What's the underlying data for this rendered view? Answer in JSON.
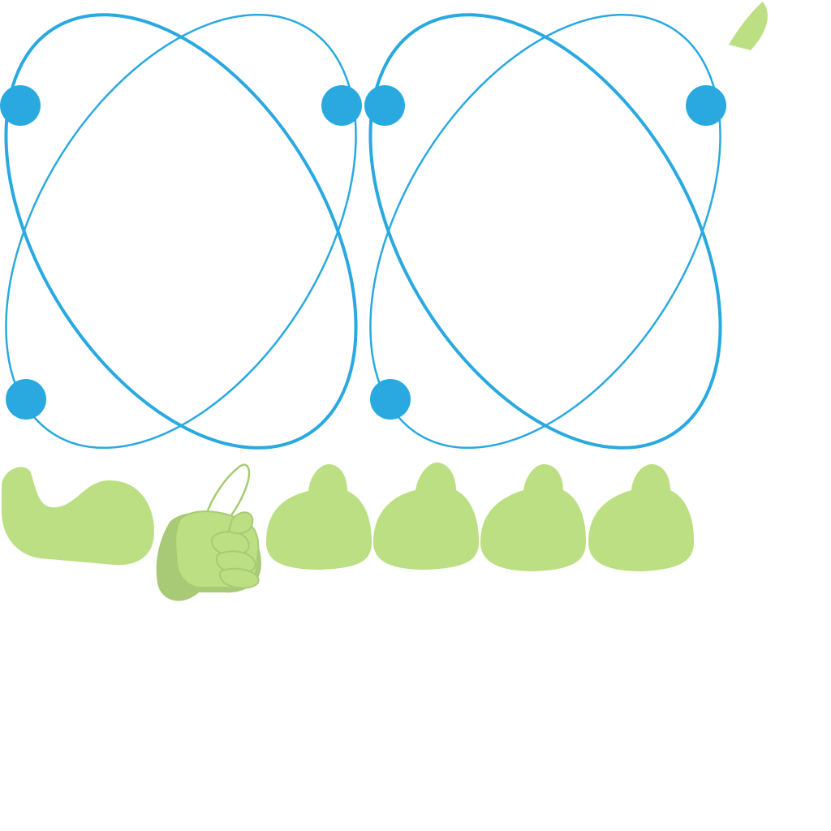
{
  "colors": {
    "orbit_blue": "#29a9e0",
    "leaf_green": "#bbdf82",
    "leaf_green_shadow": "#a8c975",
    "hand_outline": "#a6cc73",
    "background": "#ffffff"
  },
  "sprites": {
    "atoms": [
      {
        "name": "atom-orbit-icon",
        "nodes": 3
      },
      {
        "name": "atom-orbit-icon",
        "nodes": 3
      }
    ],
    "bottom_row": [
      "blob-wave-shape",
      "thumbs-up-hand-icon",
      "bell-dome-shape",
      "bell-dome-shape",
      "bell-dome-shape",
      "bell-dome-shape"
    ],
    "corner": "leaf-petal-shape"
  }
}
